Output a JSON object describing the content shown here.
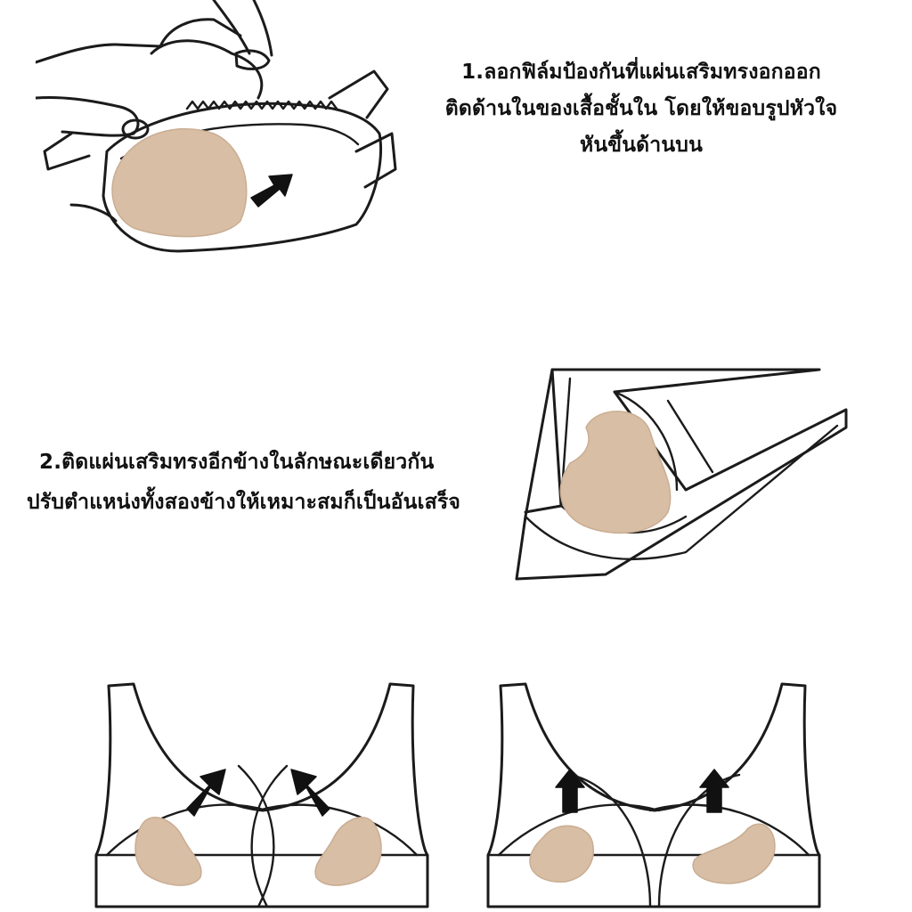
{
  "colors": {
    "pad": "#d8bea4",
    "line": "#1b1b1b",
    "arrow": "#111111",
    "background": "#ffffff"
  },
  "step1": {
    "lines": [
      "1.ลอกฟิล์มป้องกันที่แผ่นเสริมทรงอกออก",
      "ติดด้านในของเสื้อชั้นใน โดยให้ขอบรูปหัวใจ",
      "หันขึ้นด้านบน"
    ]
  },
  "step2": {
    "lines": [
      "2.ติดแผ่นเสริมทรงอีกข้างในลักษณะเดียวกัน",
      "ปรับตำแหน่งทั้งสองข้างให้เหมาะสมก็เป็นอันเสร็จ"
    ]
  },
  "icons": [
    "hand-icon",
    "push-arrow-icon",
    "up-arrow-icon",
    "diagonal-arrow-icon"
  ]
}
